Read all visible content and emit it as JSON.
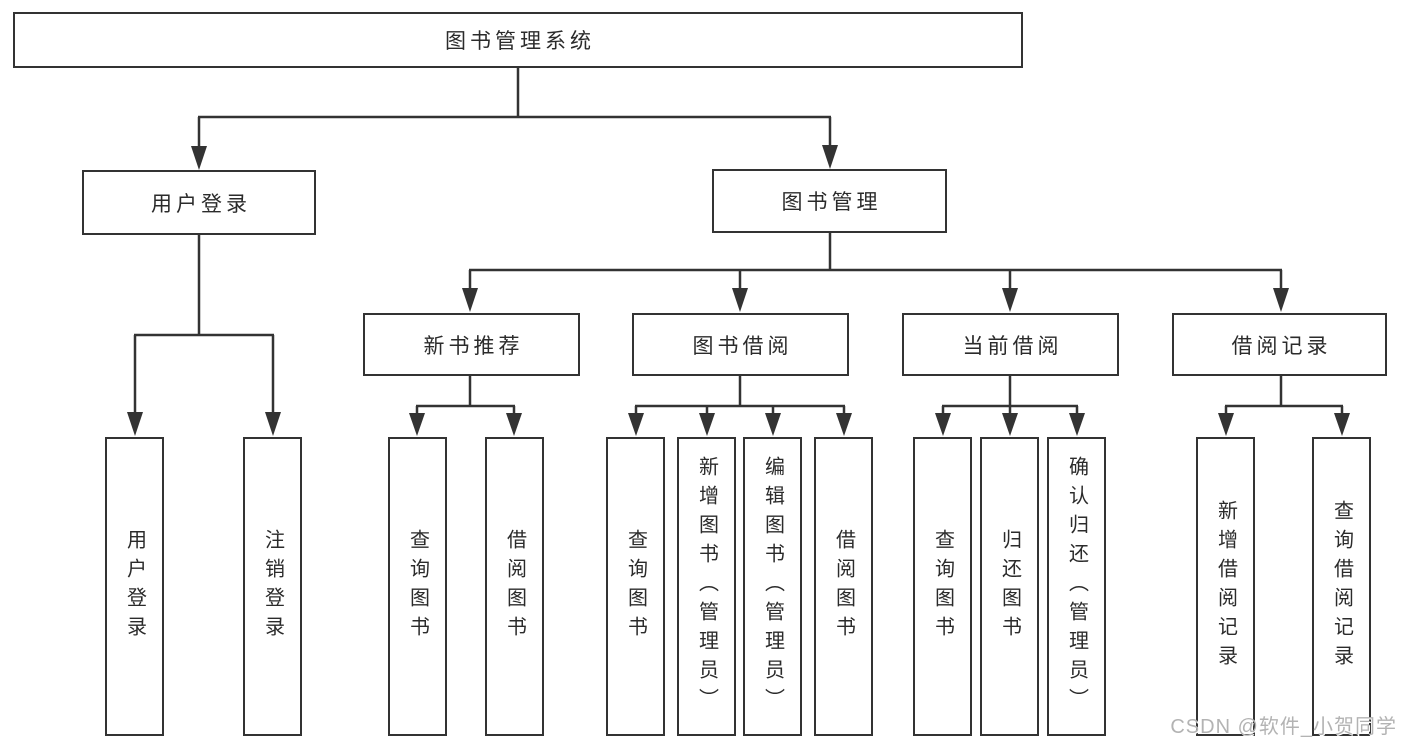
{
  "tree": {
    "root": {
      "label": "图书管理系统"
    },
    "login": {
      "label": "用户登录",
      "children": [
        {
          "label": "用户登录"
        },
        {
          "label": "注销登录"
        }
      ]
    },
    "management": {
      "label": "图书管理",
      "sections": [
        {
          "label": "新书推荐",
          "children": [
            {
              "label": "查询图书"
            },
            {
              "label": "借阅图书"
            }
          ]
        },
        {
          "label": "图书借阅",
          "children": [
            {
              "label": "查询图书"
            },
            {
              "label": "新增图书（管理员）"
            },
            {
              "label": "编辑图书（管理员）"
            },
            {
              "label": "借阅图书"
            }
          ]
        },
        {
          "label": "当前借阅",
          "children": [
            {
              "label": "查询图书"
            },
            {
              "label": "归还图书"
            },
            {
              "label": "确认归还（管理员）"
            }
          ]
        },
        {
          "label": "借阅记录",
          "children": [
            {
              "label": "新增借阅记录"
            },
            {
              "label": "查询借阅记录"
            }
          ]
        }
      ]
    }
  },
  "watermark": {
    "text": "CSDN @软件_小贺同学"
  },
  "colors": {
    "line": "#333333",
    "box_border": "#333333",
    "box_fill": "#ffffff",
    "text": "#2b2b2b",
    "watermark": "#b3b3b3"
  }
}
